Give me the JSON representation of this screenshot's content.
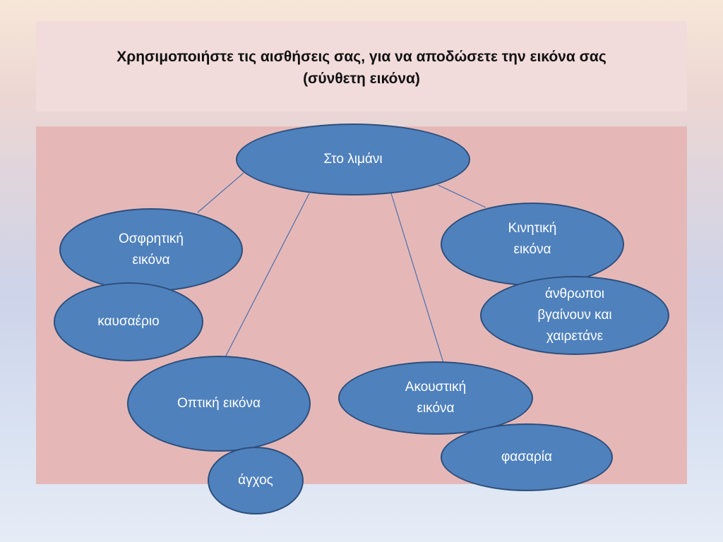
{
  "title": "Χρησιμοποιήστε τις αισθήσεις σας, για να αποδώσετε την εικόνα σας\n(σύνθετη εικόνα)",
  "nodes": {
    "root": "Στο λιμάνι",
    "smell": "Οσφρητική\nεικόνα",
    "smell_detail": "καυσαέριο",
    "motion": "Κινητική\nεικόνα",
    "motion_detail": "άνθρωποι\nβγαίνουν και\nχαιρετάνε",
    "visual": "Οπτική εικόνα",
    "visual_detail": "άγχος",
    "sound": "Ακουστική\nεικόνα",
    "sound_detail": "φασαρία"
  },
  "colors": {
    "node_fill": "#4f81bd",
    "node_border": "#2d4f7c",
    "panel": "#e5b8b7",
    "title_box": "#f1dcdb",
    "connector": "#4a6fb0"
  }
}
